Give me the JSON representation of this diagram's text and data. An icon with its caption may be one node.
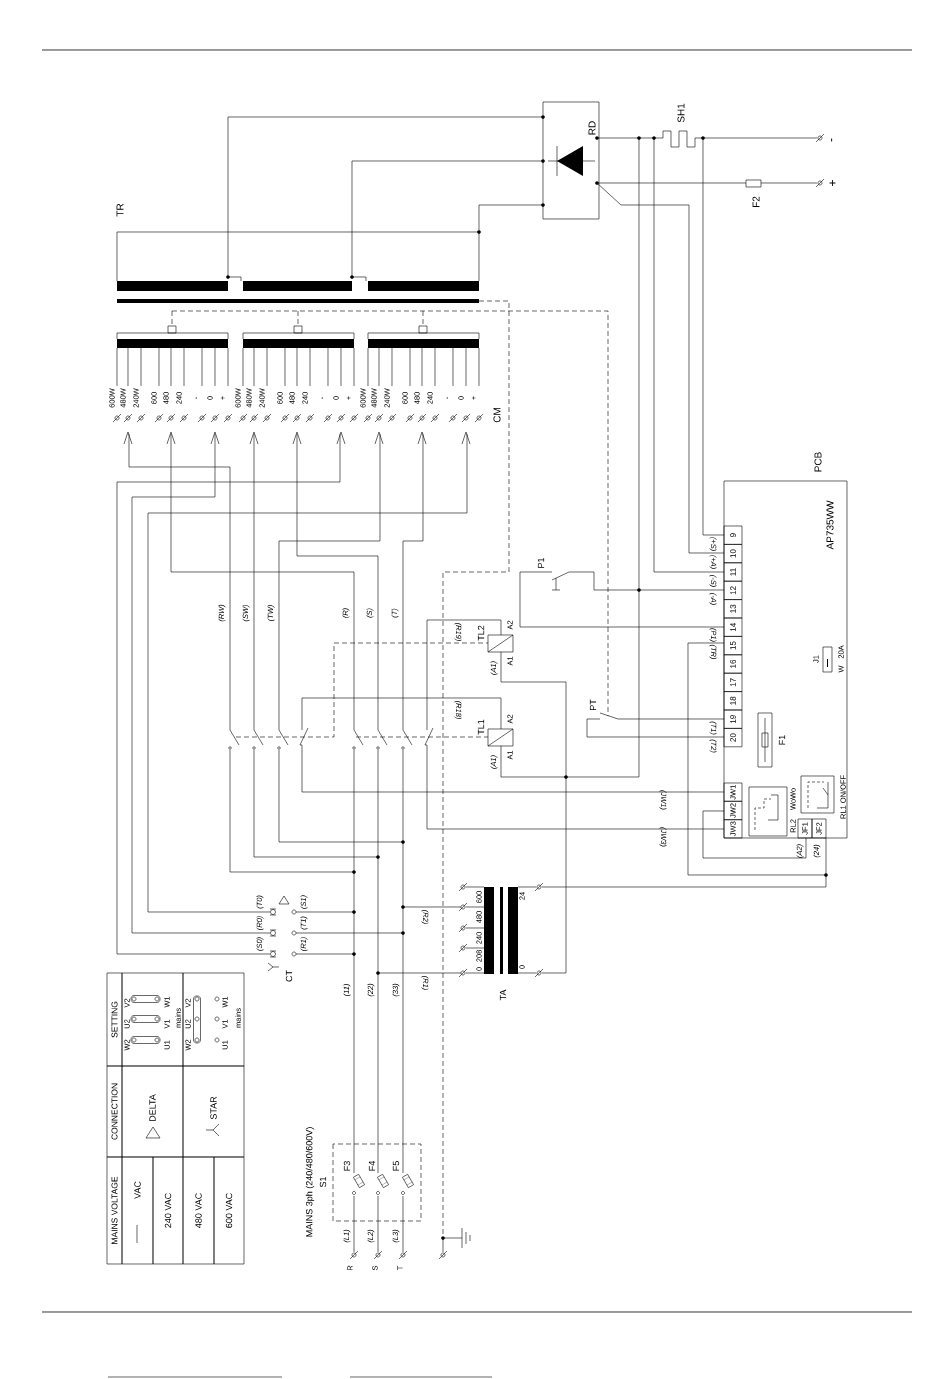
{
  "diagram": {
    "labels": [
      "TR",
      "RD",
      "SH1",
      "-",
      "+",
      "F2",
      "600W",
      "480W",
      "240W",
      "600",
      "480",
      "240",
      "-",
      "0",
      "+",
      "600W",
      "480W",
      "240W",
      "600",
      "480",
      "240",
      "-",
      "0",
      "+",
      "600W",
      "480W",
      "240W",
      "600",
      "480",
      "240",
      "-",
      "0",
      "+",
      "CM",
      "PCB",
      "AP735WW",
      "P1",
      "9",
      "10",
      "11",
      "12",
      "13",
      "14",
      "15",
      "16",
      "17",
      "18",
      "19",
      "20",
      "(+S)",
      "(+A)",
      "(-S)",
      "(-A)",
      "(P1)",
      "(TR)",
      "(T1)",
      "(T2)",
      "J1",
      "W",
      "20A",
      "F1",
      "PT",
      "JW1",
      "JW2",
      "JW3",
      "RL2",
      "WoWo",
      "JF1",
      "JF2",
      "RL1 ON/OFF",
      "(A2)",
      "(24)",
      "(JW1)",
      "(JW3)",
      "(RW)",
      "(SW)",
      "(TW)",
      "(R)",
      "(S)",
      "(T)",
      "TL2",
      "A2",
      "A1",
      "(R19)",
      "(A1)",
      "TL1",
      "A2",
      "A1",
      "(R18)",
      "(A1)",
      "(S0)",
      "(R0)",
      "(T0)",
      "(R1)",
      "(T1)",
      "(S1)",
      "CT",
      "(R2)",
      "(R1)",
      "600",
      "480",
      "240",
      "208",
      "0",
      "24",
      "0",
      "(11)",
      "(22)",
      "(33)",
      "TA",
      "MAINS 3ph (240/480/600V)",
      "S1",
      "F3",
      "F4",
      "F5",
      "(L1)",
      "(L2)",
      "(L3)",
      "R",
      "S",
      "T",
      "MAINS VOLTAGE",
      "CONNECTION",
      "SETTING",
      "VAC",
      "240 VAC",
      "480 VAC",
      "600 VAC",
      "DELTA",
      "STAR",
      "W2",
      "U2",
      "V2",
      "U1",
      "V1",
      "W1",
      "mains",
      "W2",
      "U2",
      "V2",
      "U1",
      "V1",
      "W1",
      "mains"
    ]
  }
}
